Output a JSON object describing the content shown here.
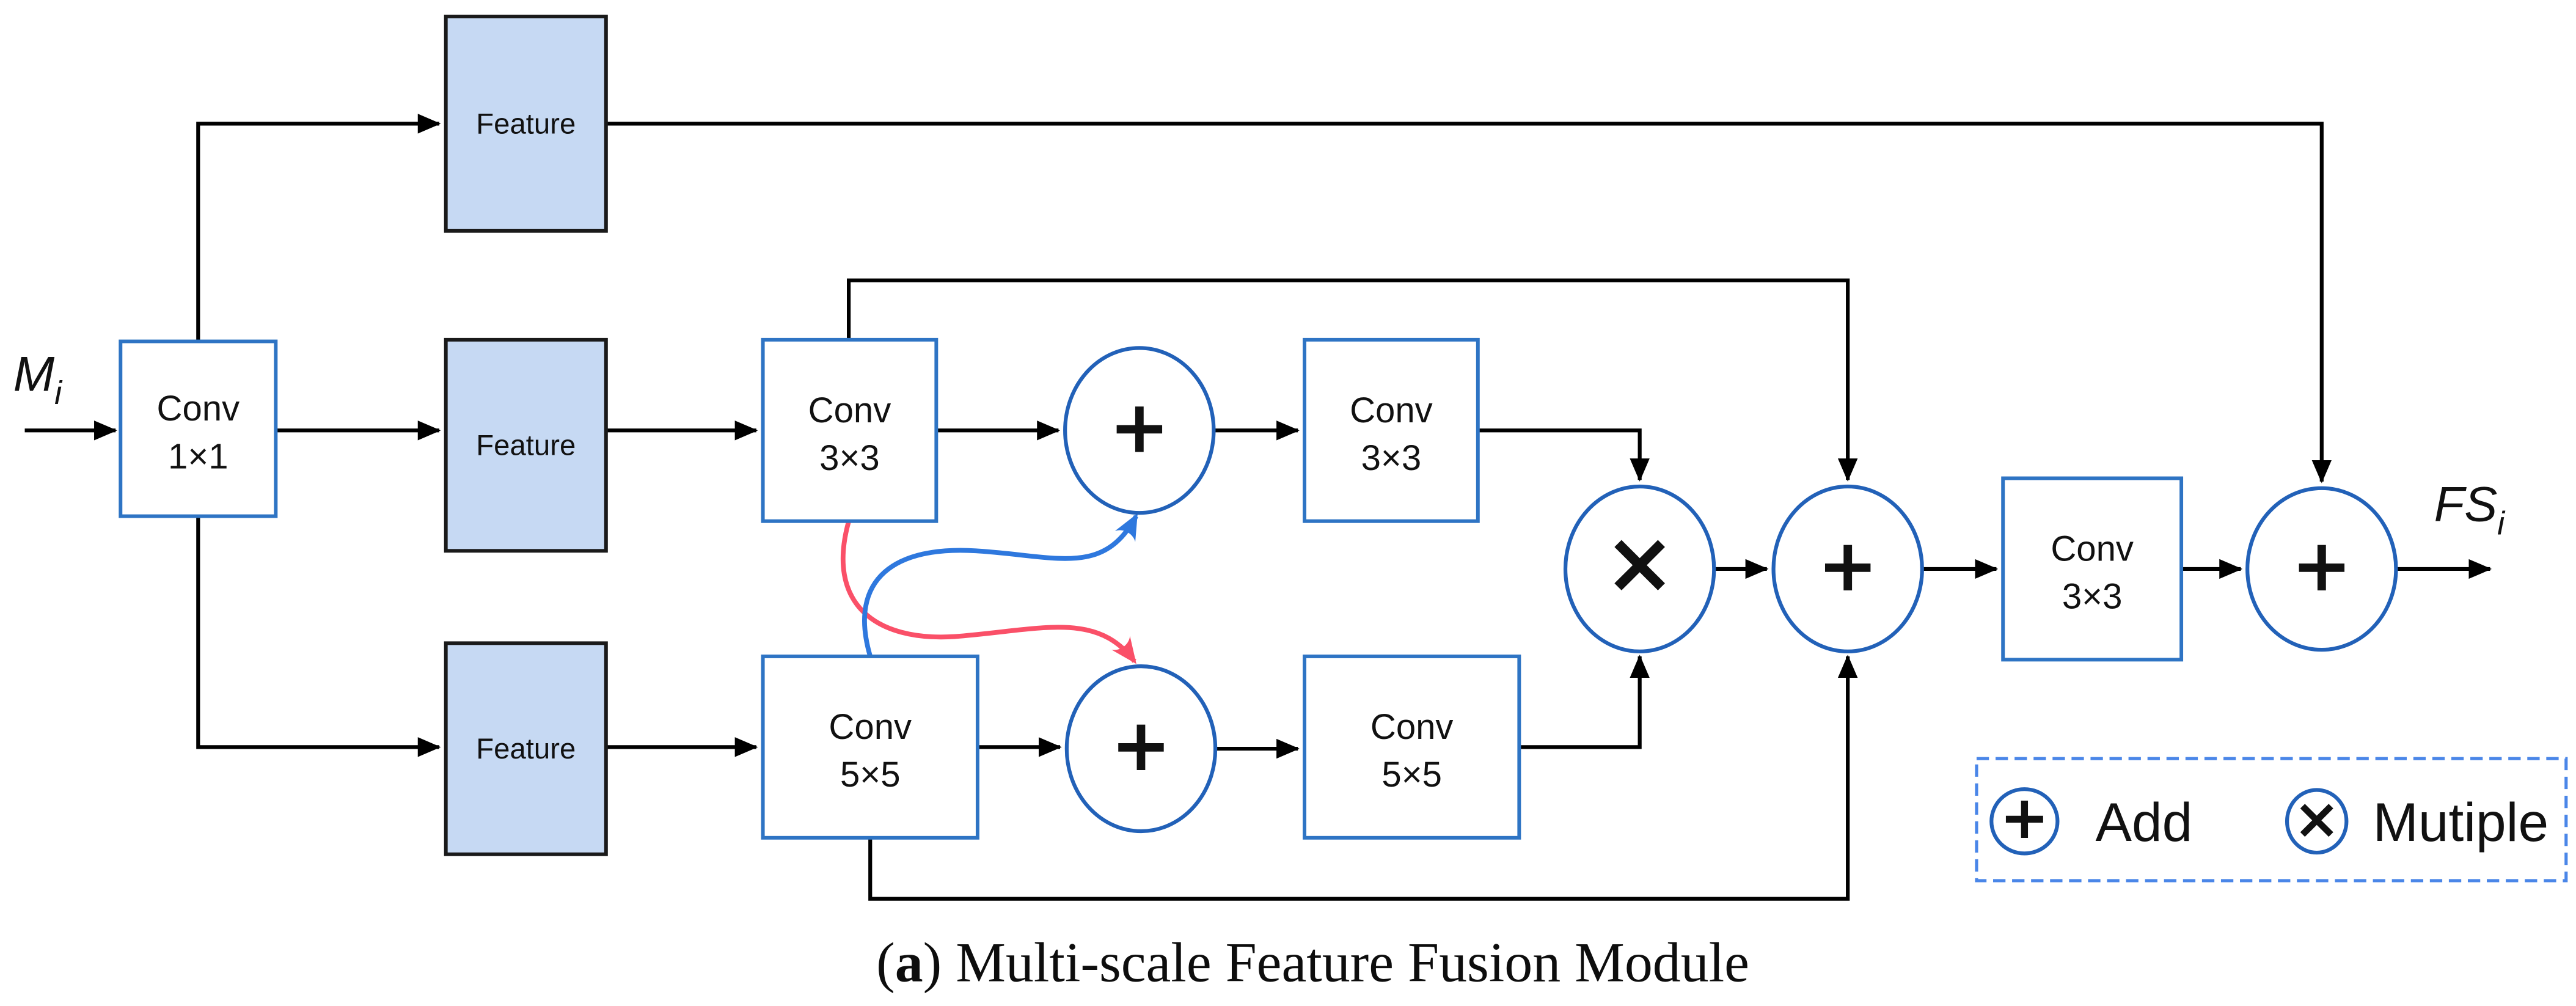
{
  "diagram": {
    "labels": {
      "input_main": "M",
      "input_sub": "i",
      "output_main": "FS",
      "output_sub": "i"
    },
    "feature_boxes": [
      {
        "label": "Feature"
      },
      {
        "label": "Feature"
      },
      {
        "label": "Feature"
      }
    ],
    "conv_boxes": [
      {
        "line1": "Conv",
        "line2": "1×1"
      },
      {
        "line1": "Conv",
        "line2": "3×3"
      },
      {
        "line1": "Conv",
        "line2": "3×3"
      },
      {
        "line1": "Conv",
        "line2": "3×3"
      },
      {
        "line1": "Conv",
        "line2": "5×5"
      },
      {
        "line1": "Conv",
        "line2": "5×5"
      }
    ],
    "operators": {
      "add": "+",
      "multiply": "×"
    },
    "legend": {
      "add_symbol": "+",
      "add_label": "Add",
      "multiply_symbol": "×",
      "multiply_label": "Mutiple"
    },
    "caption": {
      "open": "(",
      "letter": "a",
      "rest": ") Multi-scale Feature Fusion Module"
    },
    "colors": {
      "feature_fill": "#c6d9f3",
      "feature_border": "#1a1a1a",
      "conv_border": "#2e74c4",
      "circle_border": "#2261b8",
      "line": "#000000",
      "red_curve": "#fa5068",
      "blue_curve": "#2e78de",
      "legend_border": "#4a86e8"
    }
  }
}
